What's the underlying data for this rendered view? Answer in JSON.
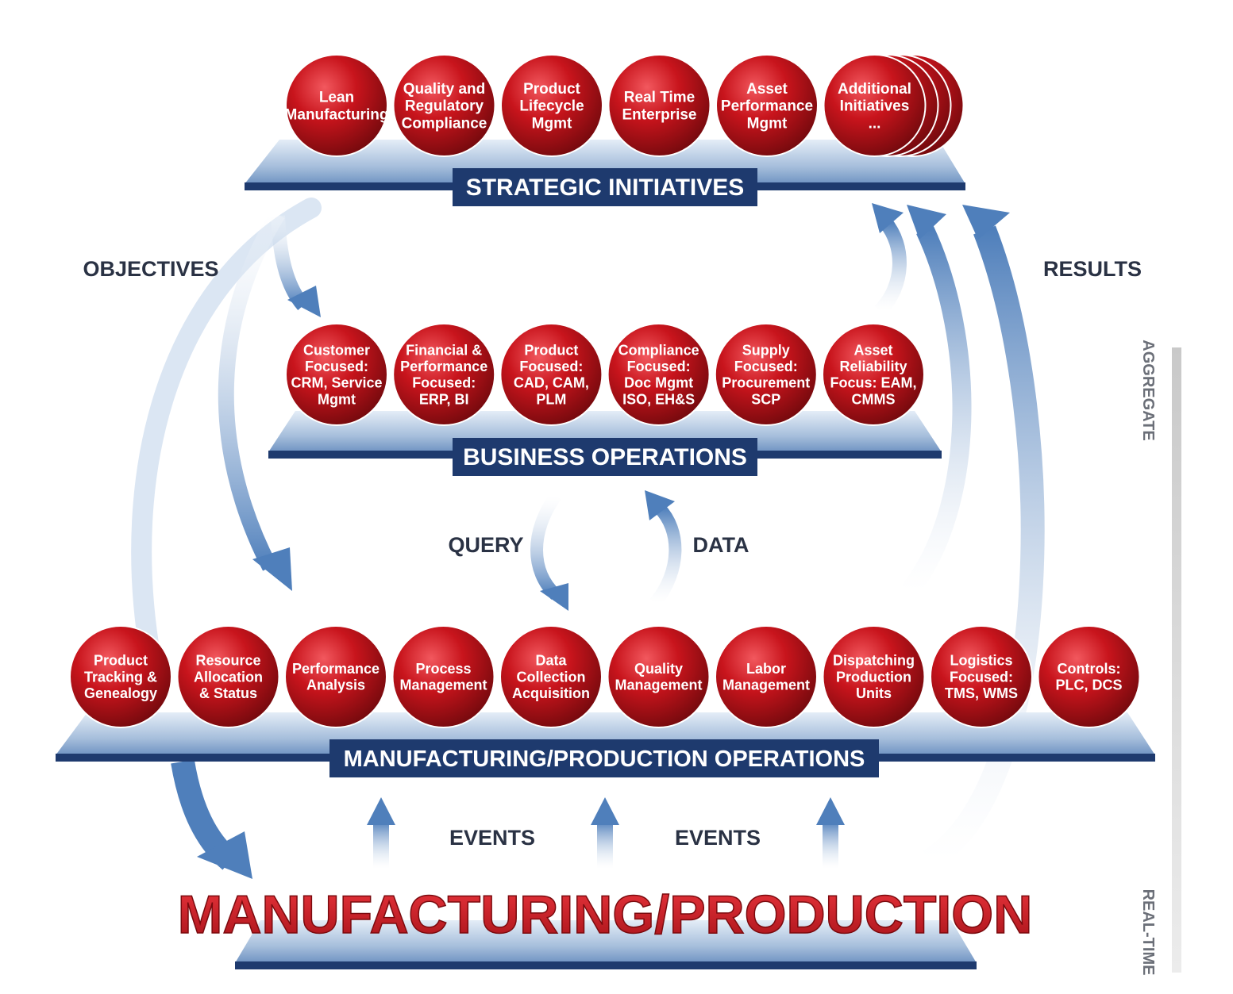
{
  "colors": {
    "ball": "#c0141c",
    "ball_highlight": "#f0545a",
    "ball_shadow": "#7a0a0e",
    "band": "#1e3a6e",
    "platform_top": "#9fb8d6",
    "platform_edge": "#1e3a6e",
    "arrow": "#5a88c0",
    "arrow_light": "#dde7f3",
    "label_dark": "#2a3244",
    "bottom_title": "#d7262e"
  },
  "tiers": {
    "strategic": {
      "title": "STRATEGIC INITIATIVES",
      "items": [
        [
          "Lean",
          "Manufacturing"
        ],
        [
          "Quality and",
          "Regulatory",
          "Compliance"
        ],
        [
          "Product",
          "Lifecycle",
          "Mgmt"
        ],
        [
          "Real Time",
          "Enterprise"
        ],
        [
          "Asset",
          "Performance",
          "Mgmt"
        ],
        [
          "Additional",
          "Initiatives",
          "..."
        ]
      ]
    },
    "business": {
      "title": "BUSINESS OPERATIONS",
      "items": [
        [
          "Customer",
          "Focused:",
          "CRM, Service",
          "Mgmt"
        ],
        [
          "Financial &",
          "Performance",
          "Focused:",
          "ERP, BI"
        ],
        [
          "Product",
          "Focused:",
          "CAD, CAM,",
          "PLM"
        ],
        [
          "Compliance",
          "Focused:",
          "Doc Mgmt",
          "ISO, EH&S"
        ],
        [
          "Supply",
          "Focused:",
          "Procurement",
          "SCP"
        ],
        [
          "Asset",
          "Reliability",
          "Focus: EAM,",
          "CMMS"
        ]
      ]
    },
    "manufacturing": {
      "title": "MANUFACTURING/PRODUCTION OPERATIONS",
      "items": [
        [
          "Product",
          "Tracking &",
          "Genealogy"
        ],
        [
          "Resource",
          "Allocation",
          "& Status"
        ],
        [
          "Performance",
          "Analysis"
        ],
        [
          "Process",
          "Management"
        ],
        [
          "Data",
          "Collection",
          "Acquisition"
        ],
        [
          "Quality",
          "Management"
        ],
        [
          "Labor",
          "Management"
        ],
        [
          "Dispatching",
          "Production",
          "Units"
        ],
        [
          "Logistics",
          "Focused:",
          "TMS, WMS"
        ],
        [
          "Controls:",
          "PLC, DCS"
        ]
      ]
    }
  },
  "flows": {
    "objectives": "OBJECTIVES",
    "results": "RESULTS",
    "query": "QUERY",
    "data": "DATA",
    "events_left": "EVENTS",
    "events_right": "EVENTS"
  },
  "side": {
    "aggregate": "AGGREGATE",
    "realtime": "REAL-TIME"
  },
  "bottom": {
    "title": "MANUFACTURING/PRODUCTION"
  }
}
